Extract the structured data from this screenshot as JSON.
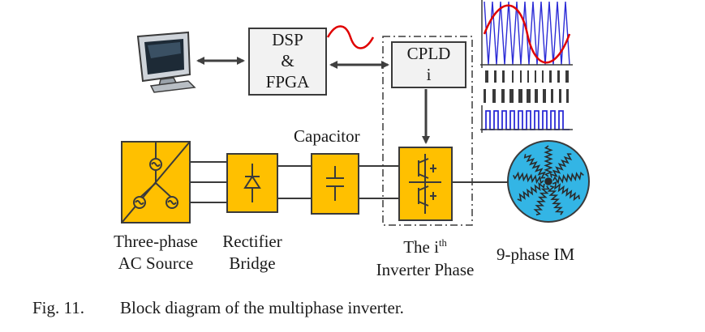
{
  "blocks": {
    "dsp": {
      "line1": "DSP",
      "line2": "&",
      "line3": "FPGA"
    },
    "cpld": {
      "line1": "CPLD",
      "line2": "i"
    },
    "capacitor_label": "Capacitor"
  },
  "labels": {
    "source_line1": "Three-phase",
    "source_line2": "AC Source",
    "rectifier_line1": "Rectifier",
    "rectifier_line2": "Bridge",
    "inverter_prefix": "The i",
    "inverter_sup": "th",
    "inverter_line2": "Inverter Phase",
    "motor": "9-phase IM"
  },
  "caption": {
    "figure": "Fig. 11.",
    "text": "Block diagram of the multiphase inverter."
  },
  "colors": {
    "block_fill": "#FFC000",
    "block_stroke": "#3a3a3a",
    "motor_fill": "#33B5E5",
    "pwm_blue": "#2B2BD6",
    "sine_red": "#E00000",
    "arrow": "#404040",
    "box_fill": "#F2F2F2"
  },
  "icons": [
    "monitor-icon",
    "diode-icon",
    "capacitor-icon",
    "igbt-icon",
    "ac-source-icon",
    "motor-winding-icon"
  ]
}
